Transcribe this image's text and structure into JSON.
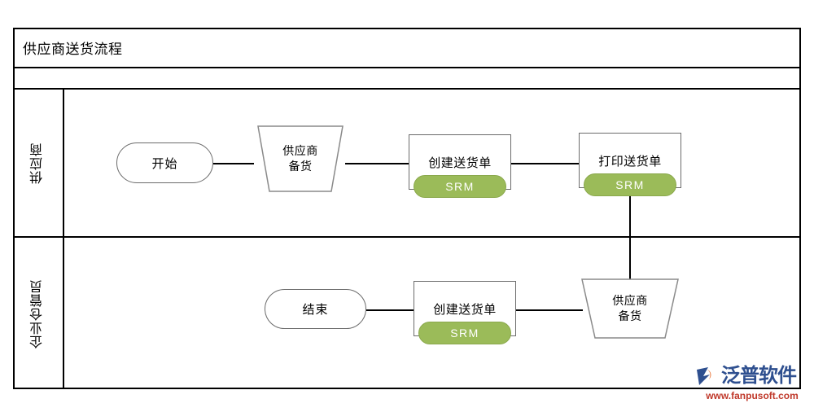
{
  "diagram": {
    "title": "供应商送货流程",
    "type": "swimlane-flowchart",
    "lanes": [
      {
        "id": "lane-supplier",
        "label": "供应商"
      },
      {
        "id": "lane-warehouse",
        "label": "企业仓管员"
      }
    ],
    "nodes": [
      {
        "id": "n1",
        "lane": 0,
        "shape": "terminal",
        "label": "开始",
        "badge": null
      },
      {
        "id": "n2",
        "lane": 0,
        "shape": "trapezoid",
        "label_line1": "供应商",
        "label_line2": "备货",
        "badge": null
      },
      {
        "id": "n3",
        "lane": 0,
        "shape": "process",
        "label": "创建送货单",
        "badge": "SRM"
      },
      {
        "id": "n4",
        "lane": 0,
        "shape": "process",
        "label": "打印送货单",
        "badge": "SRM"
      },
      {
        "id": "n5",
        "lane": 1,
        "shape": "terminal",
        "label": "结束",
        "badge": null
      },
      {
        "id": "n6",
        "lane": 1,
        "shape": "process",
        "label": "创建送货单",
        "badge": "SRM"
      },
      {
        "id": "n7",
        "lane": 1,
        "shape": "trapezoid",
        "label_line1": "供应商",
        "label_line2": "备货",
        "badge": null
      }
    ],
    "edges": [
      {
        "from": "n1",
        "to": "n2",
        "orientation": "horizontal"
      },
      {
        "from": "n2",
        "to": "n3",
        "orientation": "horizontal"
      },
      {
        "from": "n3",
        "to": "n4",
        "orientation": "horizontal"
      },
      {
        "from": "n4",
        "to": "n7",
        "orientation": "vertical"
      },
      {
        "from": "n7",
        "to": "n6",
        "orientation": "horizontal"
      },
      {
        "from": "n6",
        "to": "n5",
        "orientation": "horizontal"
      }
    ],
    "colors": {
      "badge_fill": "#9bbb59",
      "badge_text": "#ffffff",
      "frame_stroke": "#000000",
      "node_stroke": "#6b6b6b",
      "node_fill": "#ffffff"
    }
  },
  "watermark": {
    "brand": "泛普软件",
    "url": "www.fanpusoft.com",
    "brand_color": "#2e4f8f",
    "url_color": "#c0392b"
  }
}
